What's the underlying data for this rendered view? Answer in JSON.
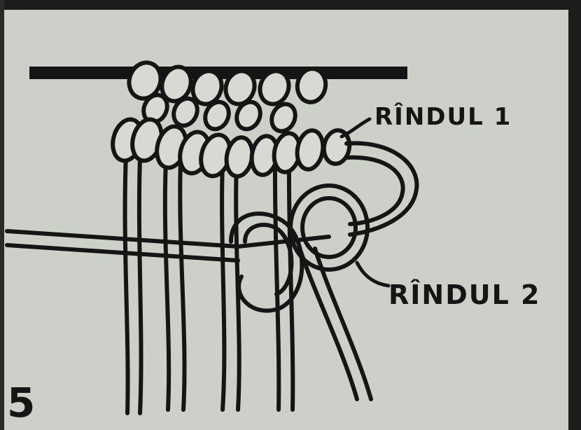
{
  "labels": {
    "row1": "RÎNDUL 1",
    "row2": "RÎNDUL 2"
  },
  "figure_number": "5",
  "colors": {
    "background": "#ccd0c8",
    "ink": "#151515",
    "cord_fill": "#d6dad2"
  }
}
